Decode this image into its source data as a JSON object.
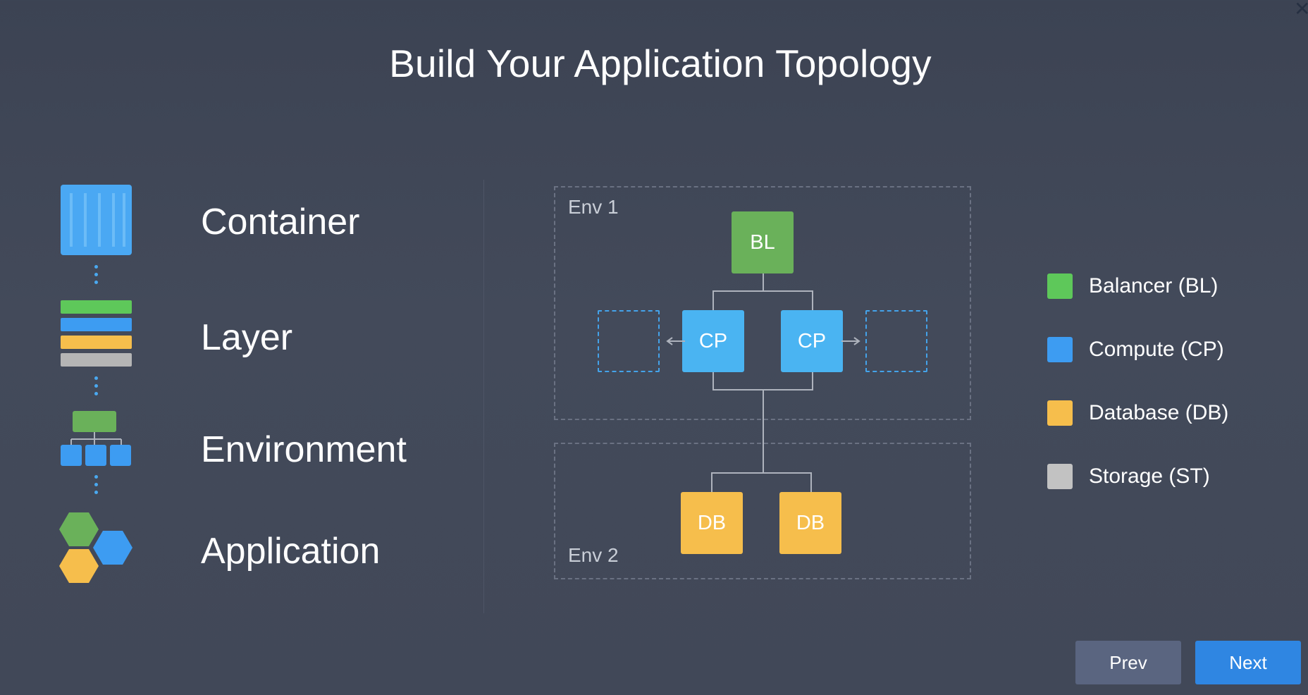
{
  "title": "Build Your Application Topology",
  "concepts": [
    {
      "label": "Container",
      "icon": "container-icon"
    },
    {
      "label": "Layer",
      "icon": "layer-stack-icon"
    },
    {
      "label": "Environment",
      "icon": "environment-tree-icon"
    },
    {
      "label": "Application",
      "icon": "application-hexagons-icon"
    }
  ],
  "diagram": {
    "env1_label": "Env 1",
    "env2_label": "Env 2",
    "balancer_node": "BL",
    "compute_nodes": [
      "CP",
      "CP"
    ],
    "database_nodes": [
      "DB",
      "DB"
    ]
  },
  "legend": [
    {
      "label": "Balancer (BL)",
      "color": "#5ec85a"
    },
    {
      "label": "Compute (CP)",
      "color": "#3d9cf2"
    },
    {
      "label": "Database (DB)",
      "color": "#f6be4c"
    },
    {
      "label": "Storage (ST)",
      "color": "#c2c2c2"
    }
  ],
  "buttons": {
    "prev": "Prev",
    "next": "Next"
  },
  "colors": {
    "balancer": "#6ab15a",
    "compute": "#4ab4f2",
    "database": "#f6be4c",
    "storage": "#b5b5b5",
    "accent": "#2f86e2"
  }
}
